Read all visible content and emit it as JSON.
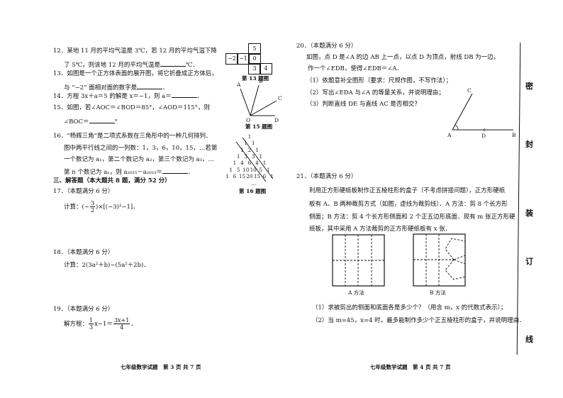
{
  "left_page": {
    "q12": {
      "line1": "12．某地 11 月的平均气温是 3℃，若 12 月的平均气温下降",
      "line2a": "了 5℃，则该地 12 月的平均气温是",
      "line2b": "℃．"
    },
    "q13": {
      "line1": "13．如图是一个正方体表面的展开图，将它折叠成正方体后，",
      "line2a": "与 “−2” 面相对面的数字是",
      "line2b": "．",
      "net_cells": [
        "5",
        "−2",
        "−1",
        "0",
        "3",
        "4"
      ],
      "caption": "第 13 题图"
    },
    "q14": {
      "text_a": "14．方程 3x＋a＝5 的解是 x＝−1，则 a＝",
      "text_b": "．"
    },
    "q15": {
      "line1": "15．如图，若∠AOC＝∠BOD＝85°，∠AOD＝115°，则",
      "line2a": "∠BOC＝",
      "line2b": "°",
      "labels": [
        "A",
        "B",
        "C",
        "O",
        "D"
      ],
      "caption": "第 15 题图"
    },
    "q16": {
      "line1": "16．“杨辉三角”是二项式系数在三角形中的一种几何排列．",
      "line2": "图中两平行线之间的一列数：1，3，6，10，15，…若第",
      "line3": "一个数记为 a₁，第二个数记为 a₂，第三个数记为 a₃，…",
      "line4a": "第 n 个数记为 aₙ，则 a₂₀₂₅－a₂₀₂₃＝",
      "line4b": "．",
      "triangle_rows": [
        [
          "1"
        ],
        [
          "1",
          "1"
        ],
        [
          "1",
          "2",
          "1"
        ],
        [
          "1",
          "3",
          "3",
          "1"
        ],
        [
          "1",
          "4",
          "6",
          "4",
          "1"
        ],
        [
          "1",
          "5",
          "10",
          "10",
          "5",
          "1"
        ],
        [
          "1",
          "6",
          "15",
          "20",
          "15",
          "6",
          "1"
        ]
      ],
      "ellipsis": "…",
      "caption": "第 16 题图"
    },
    "section3": "三、解答题（本大题共 8 题，满分 52 分）",
    "q17": {
      "header": "17．（本题满分 6 分）",
      "prefix": "计算：(−",
      "num": "3",
      "den": "2",
      "suffix": ")×[(−3)²−1]．"
    },
    "q18": {
      "header": "18．（本题满分 6 分）",
      "text": "计算：2(3a²＋b)−(5a²＋2b)．"
    },
    "q19": {
      "header": "19．（本题满分 6 分）",
      "prefix": "解方程：",
      "num1": "1",
      "den1": "3",
      "mid": "x−1＝",
      "num2": "3x+1",
      "den2": "4",
      "suffix": "．"
    },
    "footer": "七年级数学试题　第 3 页 共 7 页"
  },
  "right_page": {
    "q20": {
      "header": "20．（本题满分 6 分）",
      "line1": "如图，点 D 是∠A 的边 AB 上一点，以点 D 为顶点，射线 DB 为一边，",
      "line2": "作一个∠EDB，使得∠EDB＝∠A．",
      "part1": "（1）依题意补全图形（要求：尺规作图，不写作法）；",
      "part2": "（2）写出∠EDA 与∠A 的等量关系，并说明理由；",
      "part3": "（3）判断直线 DE 与直线 AC 是否相交？",
      "labels": [
        "A",
        "D",
        "B",
        "C"
      ]
    },
    "q21": {
      "header": "21．（本题满分 6 分）",
      "line1": "利用正方形硬纸板制作正五棱柱形的盒子（不考虑拼接问题），正方形硬纸",
      "line2": "板有 A、B 两种裁剪方式（如图，虚线为裁剪线）．A 方法：剪 8 个长方形",
      "line3": "侧面；B 方法：剪 4 个长方形侧面和 2 个正五边形底面．现有 m 张正方形硬",
      "line4": "纸板，其中采用 A 方法裁剪的正方形硬纸板有 x 张．",
      "caption_a": "A 方法",
      "caption_b": "B 方法",
      "part1": "（1）求被剪出的侧面和底面各是多少个？（用含 m，x 的代数式表示）；",
      "part2": "（2）当 m=45，x=4 时，最多能制作多少个正五棱柱形的盒子，并说明理由．"
    },
    "footer": "七年级数学试题　第 4 页 共 7 页"
  },
  "binding_margin": [
    "密",
    "封",
    "装",
    "订",
    "线"
  ]
}
